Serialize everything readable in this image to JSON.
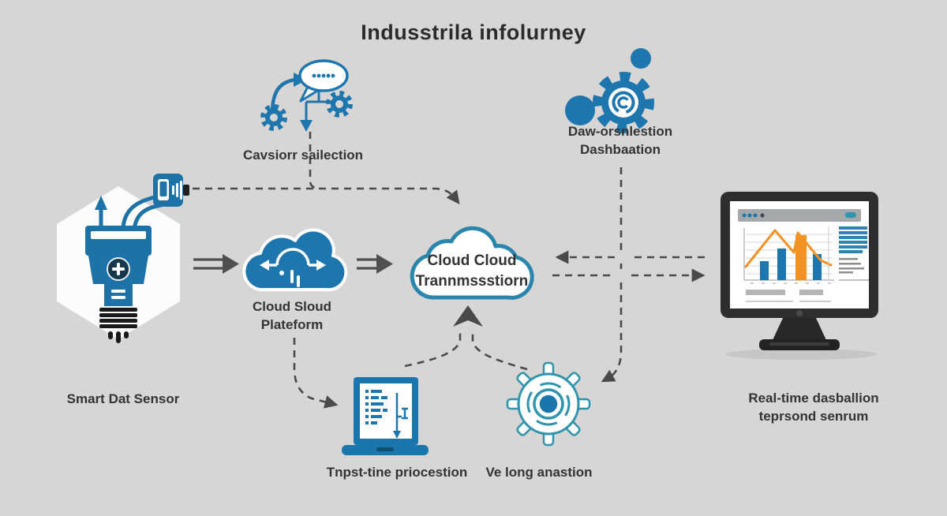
{
  "title": "Indusstrila infolurney",
  "nodes": {
    "decision": {
      "label": "Cavsiorr sailection"
    },
    "orchestration": {
      "line1": "Daw-orsnlestion",
      "line2": "Dashbaation"
    },
    "sensor": {
      "label": "Smart Dat Sensor"
    },
    "cloud_platform": {
      "line1": "Cloud Sloud",
      "line2": "Plateform"
    },
    "cloud_transmission": {
      "line1": "Cloud Cloud",
      "line2": "Trannmssstiorn"
    },
    "dashboard": {
      "line1": "Real-time dasballion",
      "line2": "teprsond senrum"
    },
    "edge_processing": {
      "label": "Tnpst-tine priocestion"
    },
    "analysis": {
      "label": "Ve long anastion"
    }
  },
  "icons": {
    "decision": "gears-with-speech-bubble-icon",
    "orchestration": "gear-copyright-circles-icon",
    "sensor": "smart-plug-hexagon-icon",
    "cloud_platform": "cloud-sync-icon",
    "cloud_transmission": "cloud-outline-icon",
    "dashboard": "desktop-monitor-analytics-icon",
    "edge_processing": "laptop-code-icon",
    "analysis": "outlined-gear-icon"
  },
  "colors": {
    "background": "#d7d6d4",
    "primary_blue": "#1d76ad",
    "teal": "#2e93ad",
    "orange": "#f39122",
    "connector_gray": "#4a4a4a",
    "label_text": "#333333",
    "monitor_dark": "#2e2e30",
    "node_white": "#ffffff"
  },
  "dashboard_chart": {
    "type": "bar+line",
    "bar_colors": [
      "blue",
      "blue",
      "orange",
      "blue"
    ],
    "bar_heights_relative": [
      0.4,
      0.63,
      0.9,
      0.52
    ],
    "line_color": "orange",
    "line_shape": "rise-peak-fall"
  }
}
